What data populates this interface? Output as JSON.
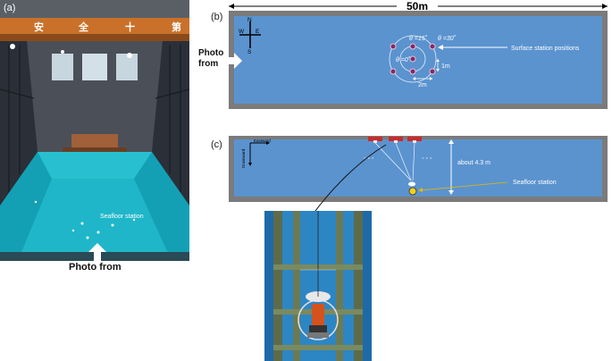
{
  "panel_a": {
    "label": "(a)",
    "banner_chars": [
      "安",
      "全",
      "十",
      "第"
    ],
    "seafloor_label": "Seafloor station",
    "photo_from": "Photo from",
    "colors": {
      "water": "#1fb6c9",
      "steel": "#2a2f38",
      "beam": "#c9712a"
    }
  },
  "panel_b": {
    "label": "(b)",
    "width_label": "50m",
    "photo_from": "Photo\nfrom",
    "compass": {
      "n": "N",
      "s": "S",
      "e": "E",
      "w": "W"
    },
    "theta_15": "θ =15˚",
    "theta_30": "θ =30˚",
    "theta_0": "θ =0˚",
    "dist_1m": "1m",
    "dist_2m": "2m",
    "surface_label": "Surface station positions",
    "colors": {
      "pool": "#5b93cf",
      "rim": "#7b7b7b"
    }
  },
  "panel_c": {
    "label": "(c)",
    "eastward": "Eastward",
    "downward": "Downward",
    "dots_left": "◦ ◦ ◦",
    "dots_right": "◦ ◦ ◦",
    "depth_label": "about 4.3 m",
    "seafloor_label": "Seafloor station",
    "colors": {
      "pool": "#5b93cf",
      "marker": "#cc2a2a",
      "station": "#f2d21a"
    }
  }
}
